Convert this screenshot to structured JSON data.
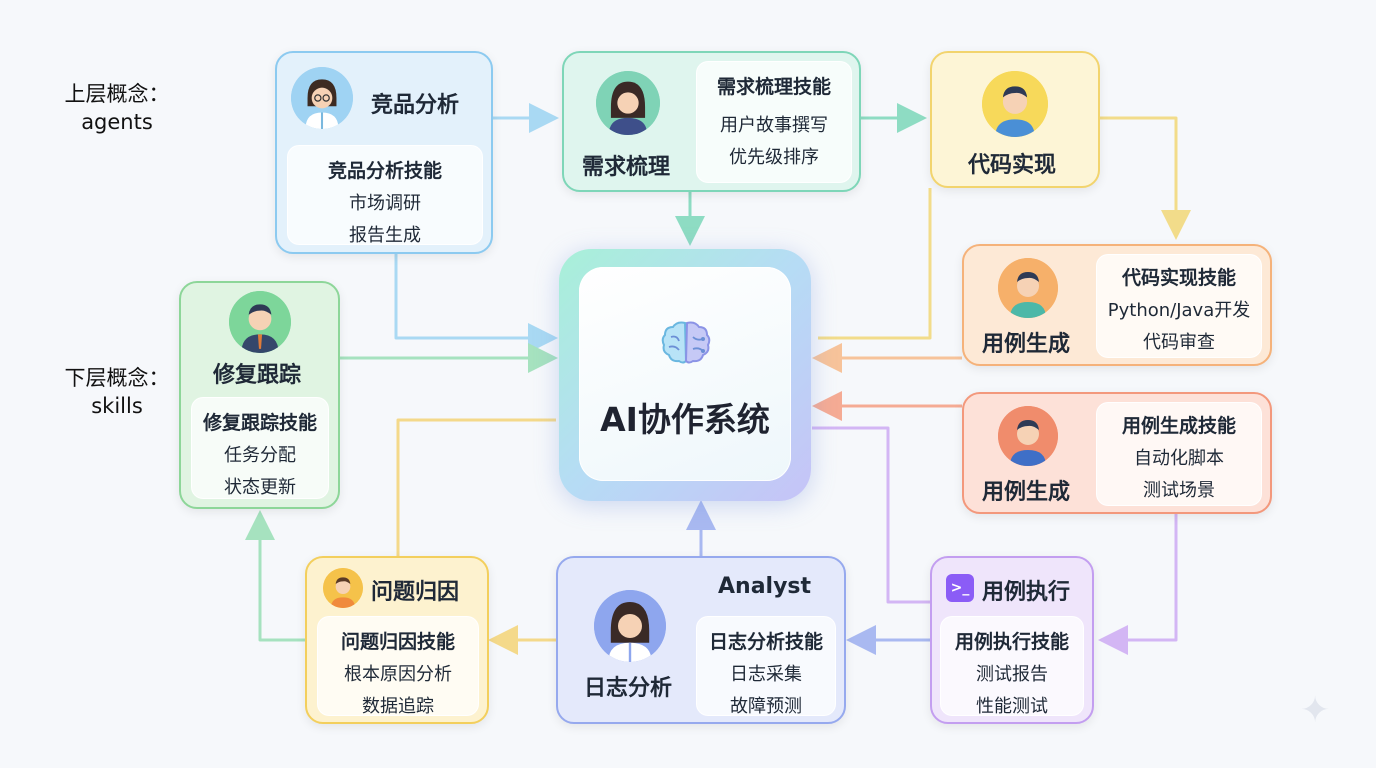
{
  "labels": {
    "upper_line1": "上层概念：",
    "upper_line2": "agents",
    "lower_line1": "下层概念：",
    "lower_line2": "skills"
  },
  "hub": {
    "title": "AI协作系统",
    "icon": "brain-icon"
  },
  "nodes": {
    "competitor": {
      "title": "竞品分析",
      "skill": "竞品分析技能",
      "items": [
        "市场调研",
        "报告生成"
      ]
    },
    "requirements": {
      "title": "需求梳理",
      "skill": "需求梳理技能",
      "items": [
        "用户故事撰写",
        "优先级排序"
      ]
    },
    "code": {
      "title": "代码实现"
    },
    "testcase_a": {
      "title": "用例生成",
      "skill": "代码实现技能",
      "items": [
        "Python/Java开发",
        "代码审查"
      ]
    },
    "testcase_b": {
      "title": "用例生成",
      "skill": "用例生成技能",
      "items": [
        "自动化脚本",
        "测试场景"
      ]
    },
    "execution": {
      "title": "用例执行",
      "skill": "用例执行技能",
      "items": [
        "测试报告",
        "性能测试"
      ],
      "icon": "terminal-icon"
    },
    "log": {
      "title": "日志分析",
      "header": "Analyst",
      "skill": "日志分析技能",
      "items": [
        "日志采集",
        "故障预测"
      ]
    },
    "attribution": {
      "title": "问题归因",
      "skill": "问题归因技能",
      "items": [
        "根本原因分析",
        "数据追踪"
      ]
    },
    "fix": {
      "title": "修复跟踪",
      "skill": "修复跟踪技能",
      "items": [
        "任务分配",
        "状态更新"
      ]
    }
  },
  "colors": {
    "blue": "#8ccaf0",
    "teal": "#7ed6b8",
    "yellow": "#f2d46e",
    "orange": "#f5b27a",
    "coral": "#f3987c",
    "purple": "#c39ef0",
    "indigo": "#96a9ee",
    "green": "#8dd699",
    "amber": "#f3cf5d"
  }
}
